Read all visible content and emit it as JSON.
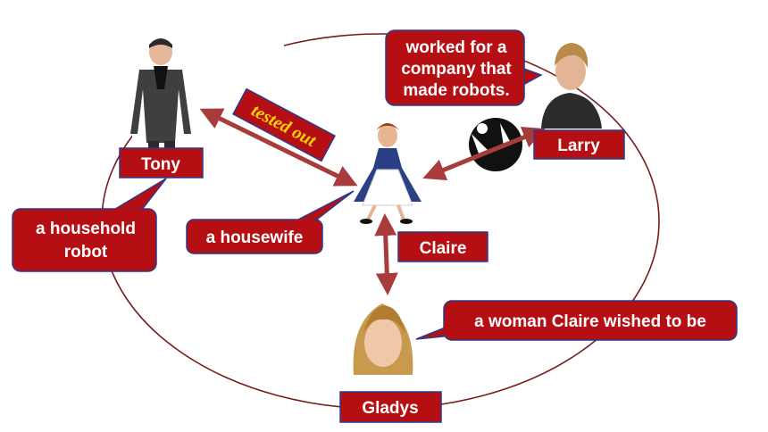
{
  "colors": {
    "box_fill": "#b50f14",
    "box_stroke": "#2d3a8c",
    "arrow": "#a83c3c",
    "ellipse": "#7a1a1a",
    "tested_text": "#ffd400"
  },
  "characters": {
    "tony": "Tony",
    "larry": "Larry",
    "claire": "Claire",
    "gladys": "Gladys"
  },
  "callouts": {
    "larry_desc": [
      "worked for a",
      "company that",
      "made robots."
    ],
    "tony_desc": [
      "a household",
      "robot"
    ],
    "claire_desc": "a housewife",
    "gladys_desc": "a woman Claire wished to be"
  },
  "relation": "tested out",
  "icons": [
    "man-in-suit-icon",
    "young-man-icon",
    "housewife-icon",
    "woman-portrait-icon",
    "silhouette-icon"
  ]
}
